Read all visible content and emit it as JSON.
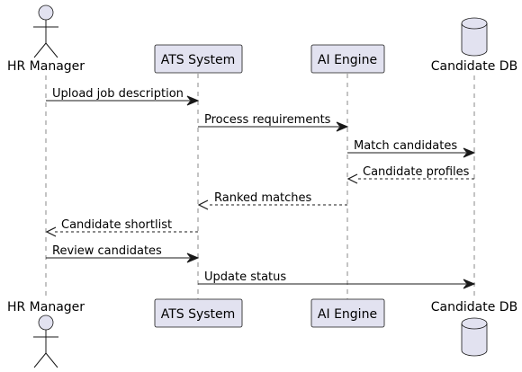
{
  "participants": [
    {
      "id": "hr",
      "name": "HR Manager",
      "kind": "actor"
    },
    {
      "id": "ats",
      "name": "ATS System",
      "kind": "participant"
    },
    {
      "id": "ai",
      "name": "AI Engine",
      "kind": "participant"
    },
    {
      "id": "db",
      "name": "Candidate DB",
      "kind": "database"
    }
  ],
  "messages": [
    {
      "from": "hr",
      "to": "ats",
      "label": "Upload job description",
      "style": "solid"
    },
    {
      "from": "ats",
      "to": "ai",
      "label": "Process requirements",
      "style": "solid"
    },
    {
      "from": "ai",
      "to": "db",
      "label": "Match candidates",
      "style": "solid"
    },
    {
      "from": "db",
      "to": "ai",
      "label": "Candidate profiles",
      "style": "dashed"
    },
    {
      "from": "ai",
      "to": "ats",
      "label": "Ranked matches",
      "style": "dashed"
    },
    {
      "from": "ats",
      "to": "hr",
      "label": "Candidate shortlist",
      "style": "dashed"
    },
    {
      "from": "hr",
      "to": "ats",
      "label": "Review candidates",
      "style": "solid"
    },
    {
      "from": "ats",
      "to": "db",
      "label": "Update status",
      "style": "solid"
    }
  ],
  "colors": {
    "box_fill": "#e2e2f0",
    "stroke": "#181818",
    "lifeline": "#888888"
  }
}
